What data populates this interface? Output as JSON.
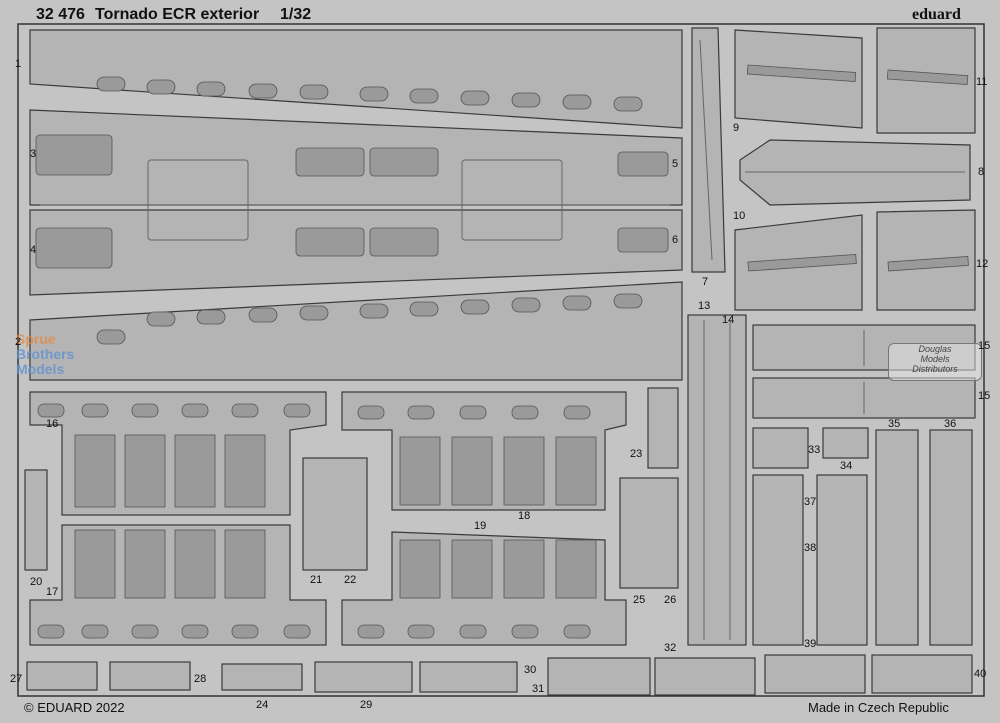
{
  "header": {
    "code": "32 476",
    "title": "Tornado ECR exterior",
    "scale": "1/32",
    "brand": "eduard"
  },
  "footer": {
    "copyright": "© EDUARD 2022",
    "origin": "Made in Czech Republic"
  },
  "watermarks": {
    "sprue_line1": "Sprue",
    "sprue_line2": "Brothers",
    "sprue_line3": "Models",
    "distributor_line1": "Douglas",
    "distributor_line2": "Models",
    "distributor_line3": "Distributors"
  },
  "part_numbers": {
    "p1": "1",
    "p2": "2",
    "p3": "3",
    "p4": "4",
    "p5": "5",
    "p6": "6",
    "p7": "7",
    "p8": "8",
    "p9": "9",
    "p10": "10",
    "p11": "11",
    "p12": "12",
    "p13": "13",
    "p14": "14",
    "p15a": "15",
    "p15b": "15",
    "p16": "16",
    "p17": "17",
    "p18": "18",
    "p19": "19",
    "p20": "20",
    "p21": "21",
    "p22": "22",
    "p23": "23",
    "p24": "24",
    "p25": "25",
    "p26": "26",
    "p27": "27",
    "p28": "28",
    "p29": "29",
    "p30": "30",
    "p31": "31",
    "p32": "32",
    "p33": "33",
    "p34": "34",
    "p35": "35",
    "p36": "36",
    "p37": "37",
    "p38": "38",
    "p39": "39",
    "p40": "40"
  },
  "colors": {
    "fret": "#c4c4c4",
    "part": "#b4b4b4",
    "etched": "#9a9a9a",
    "outline": "#3a3a3a"
  }
}
